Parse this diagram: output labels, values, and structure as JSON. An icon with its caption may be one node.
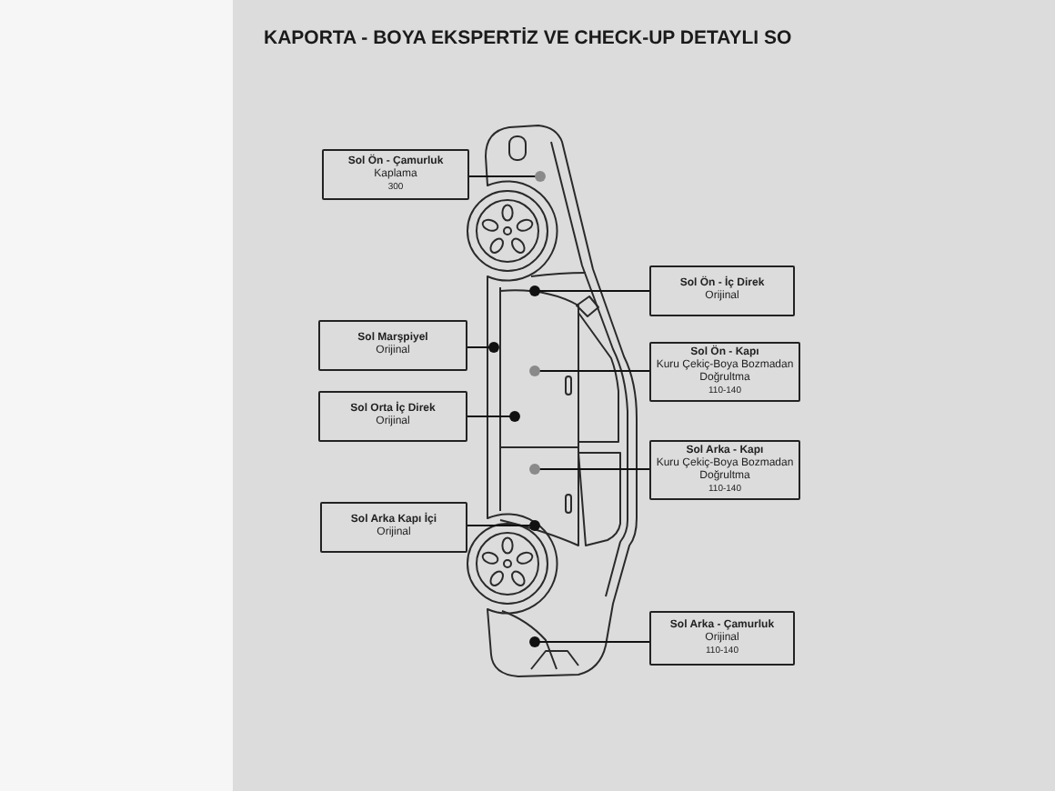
{
  "diagram": {
    "title": "KAPORTA - BOYA EKSPERTİZ VE CHECK-UP DETAYLI SO",
    "nodes": [
      {
        "text": [
          "Sol Ön - Çamurluk",
          "Kaplama",
          "300"
        ]
      },
      {
        "text": [
          "Sol Ön - İç Direk",
          "Orijinal"
        ]
      },
      {
        "text": [
          "Sol Marşpiyel",
          "Orijinal"
        ]
      },
      {
        "text": [
          "Sol Ön - Kapı",
          "Kuru Çekiç-Boya Bozmadan Doğrultma",
          "110-140"
        ]
      },
      {
        "text": [
          "Sol Orta İç Direk",
          "Orijinal"
        ]
      },
      {
        "text": [
          "Sol Arka - Kapı",
          "Kuru Çekiç-Boya Bozmadan Doğrultma",
          "110-140"
        ]
      },
      {
        "text": [
          "Sol Arka Kapı İçi",
          "Orijinal"
        ]
      },
      {
        "text": [
          "Sol Arka - Çamurluk",
          "Orijinal",
          "110-140"
        ]
      }
    ],
    "edges": [
      {
        "from": 0,
        "to": null,
        "arrow": "other"
      },
      {
        "from": 1,
        "to": null,
        "arrow": "other"
      },
      {
        "from": 2,
        "to": null,
        "arrow": "other"
      },
      {
        "from": 3,
        "to": null,
        "arrow": "other"
      },
      {
        "from": 4,
        "to": null,
        "arrow": "other"
      },
      {
        "from": 5,
        "to": null,
        "arrow": "other"
      },
      {
        "from": 6,
        "to": null,
        "arrow": "other"
      },
      {
        "from": 7,
        "to": null,
        "arrow": "other"
      }
    ]
  }
}
